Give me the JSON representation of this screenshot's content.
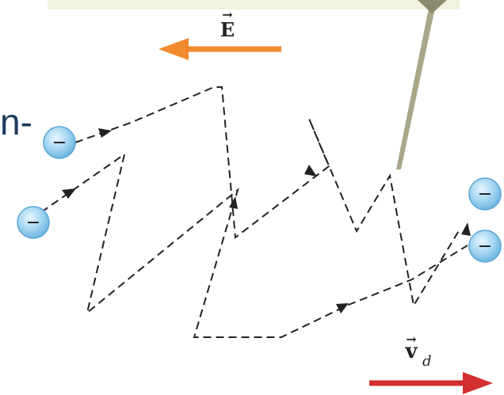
{
  "slide": {
    "fragment": "n-"
  },
  "field": {
    "symbol": "E",
    "vector_accent": "→",
    "color": "#f28a2e"
  },
  "drift": {
    "symbol": "v",
    "subscript": "d",
    "vector_accent": "→",
    "color": "#d32f2f"
  },
  "electron": {
    "sign": "−",
    "count": 4,
    "fill": "#9fd3f2",
    "edge": "#5aa6d6"
  },
  "probe": {
    "color": "#a9a78a",
    "tip_color": "#8b8a6e"
  },
  "banner": {
    "color": "#eef0d6"
  },
  "path": {
    "style": "dashed",
    "color": "#222222"
  }
}
